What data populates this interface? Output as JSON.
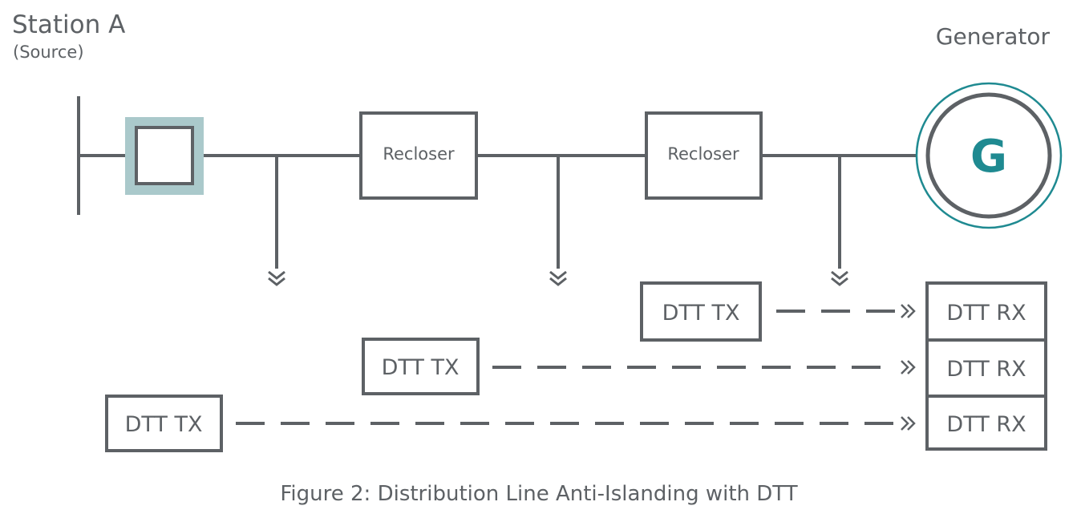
{
  "station": {
    "title": "Station A",
    "subtitle": "(Source)"
  },
  "generator": {
    "title": "Generator",
    "symbol": "G"
  },
  "reclosers": [
    {
      "label": "Recloser"
    },
    {
      "label": "Recloser"
    }
  ],
  "transmitters": [
    {
      "label": "DTT TX"
    },
    {
      "label": "DTT TX"
    },
    {
      "label": "DTT TX"
    }
  ],
  "receivers": [
    {
      "label": "DTT RX"
    },
    {
      "label": "DTT RX"
    },
    {
      "label": "DTT RX"
    }
  ],
  "caption": "Figure 2: Distribution Line Anti-Islanding with DTT",
  "colors": {
    "line": "#5d6165",
    "teal": "#1f8a91",
    "breaker_highlight": "#aac9cb"
  }
}
